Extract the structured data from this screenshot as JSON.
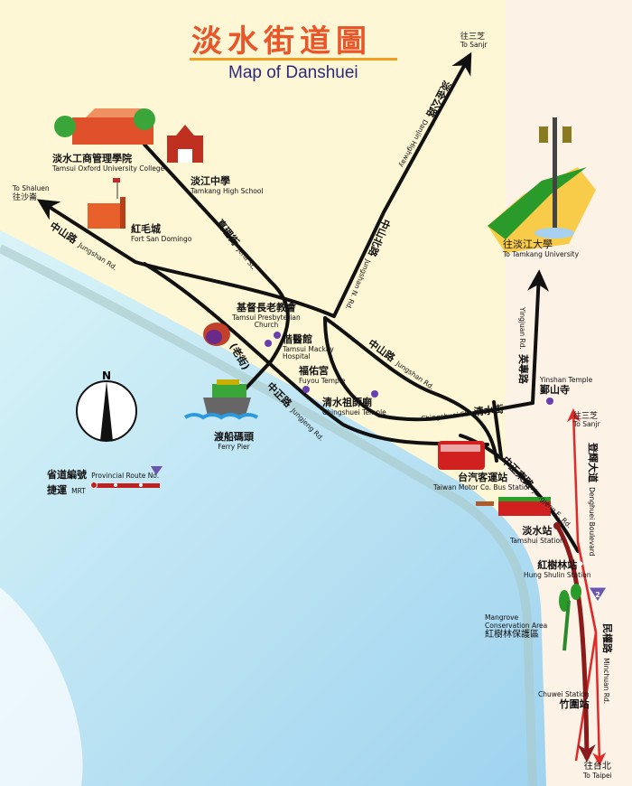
{
  "title": {
    "zh": "淡水街道圖",
    "en": "Map of Danshuei"
  },
  "colors": {
    "land": "#fdf7d6",
    "water": "#bfe3f5",
    "road": "#111111",
    "mrt": "#8b1a1a",
    "boulevard": "#e02a2a",
    "route_badge": "#6a55b0",
    "title": "#e8562a"
  },
  "places": {
    "oxford": {
      "zh": "淡水工商管理學院",
      "en": "Tamsui Oxford University College"
    },
    "tamkang_high": {
      "zh": "淡江中學",
      "en": "Tamkang High School"
    },
    "shaluen": {
      "en": "To Shaluen",
      "zh": "往沙崙"
    },
    "fort": {
      "zh": "紅毛城",
      "en": "Fort San Domingo"
    },
    "church": {
      "zh": "基督長老教會",
      "en": "Tamsui Presbyterian Church"
    },
    "mackay": {
      "zh": "偕醫館",
      "en": "Tamsui Mackay Hospital"
    },
    "old_street": {
      "zh": "(老街)"
    },
    "fuyou": {
      "zh": "福佑宮",
      "en": "Fuyou Temple"
    },
    "chingshuei_temple": {
      "zh": "清水祖師廟",
      "en": "Chingshuei Temple"
    },
    "ferry": {
      "zh": "渡船碼頭",
      "en": "Ferry Pier"
    },
    "sanjr_top": {
      "zh": "往三芝",
      "en": "To Sanjr"
    },
    "tamkang_univ": {
      "zh": "往淡江大學",
      "en": "To Tamkang University"
    },
    "yinshan": {
      "en": "Yinshan Temple",
      "zh": "鄞山寺"
    },
    "sanjr_right": {
      "zh": "往三芝",
      "en": "To Sanjr"
    },
    "bus_station": {
      "zh": "台汽客運站",
      "en": "Taiwan Motor Co. Bus Station"
    },
    "tamshui_station": {
      "zh": "淡水站",
      "en": "Tamshui Station"
    },
    "hungshulin": {
      "zh": "紅樹林站",
      "en": "Hung Shulin Station"
    },
    "mangrove": {
      "en": "Mangrove Conservation Area",
      "zh": "紅樹林保護區"
    },
    "chuwei": {
      "en": "Chuwei Station",
      "zh": "竹圍站"
    },
    "taipei": {
      "zh": "往台北",
      "en": "To Taipei"
    }
  },
  "roads": {
    "jungshan_w": {
      "zh": "中山路",
      "en": "Jungshan Rd."
    },
    "jenli": {
      "zh": "真理街",
      "en": "Jenli St."
    },
    "danjin": {
      "zh": "淡金公路",
      "en": "Danjin Highway"
    },
    "jungshan_n": {
      "zh": "中山北路",
      "en": "Jungshan N. Rd."
    },
    "jungshan_e": {
      "zh": "中山路",
      "en": "Jungshan Rd."
    },
    "jungjeng": {
      "zh": "中正路",
      "en": "Jungjeng Rd."
    },
    "chingshuei": {
      "zh": "清水街",
      "en": "Chingshuei St."
    },
    "yingjuan": {
      "zh": "英專路",
      "en": "Yingjuan Rd."
    },
    "jungjeng_e": {
      "zh": "中正東路",
      "en": "Jungjeng E. Rd."
    },
    "denghuei": {
      "zh": "登輝大道",
      "en": "Denghuei Boulevard"
    },
    "minchuan": {
      "zh": "民權路",
      "en": "Minchuan Rd."
    }
  },
  "legend": {
    "compass": "N",
    "route": {
      "zh": "省道編號",
      "en": "Provincial Route No."
    },
    "mrt": {
      "zh": "捷運",
      "en": "MRT"
    },
    "route_number": "2"
  }
}
